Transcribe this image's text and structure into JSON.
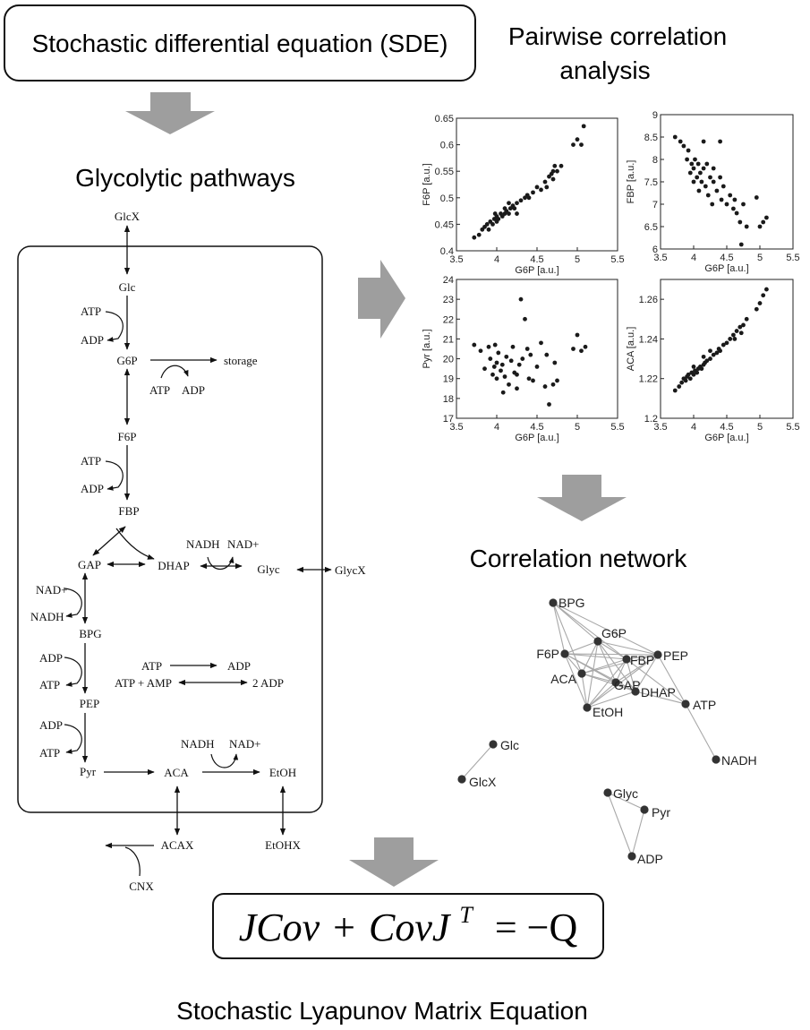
{
  "titles": {
    "sde": "Stochastic differential equation (SDE)",
    "pairwise_line1": "Pairwise correlation",
    "pairwise_line2": "analysis",
    "glycolytic": "Glycolytic pathways",
    "network": "Correlation network",
    "lyapunov": "Stochastic Lyapunov Matrix Equation"
  },
  "equation": {
    "lhs1": "JCov",
    "plus": "+",
    "lhs2": "CovJ",
    "sup": "T",
    "rhs": "= −Q"
  },
  "pathway": {
    "glcx": "GlcX",
    "glc": "Glc",
    "g6p": "G6P",
    "storage": "storage",
    "f6p": "F6P",
    "fbp": "FBP",
    "gap": "GAP",
    "dhap": "DHAP",
    "glyc": "Glyc",
    "glycx": "GlycX",
    "bpg": "BPG",
    "pep": "PEP",
    "pyr": "Pyr",
    "aca": "ACA",
    "etoh": "EtOH",
    "acax": "ACAX",
    "etohx": "EtOHX",
    "cnx": "CNX",
    "atp": "ATP",
    "adp": "ADP",
    "nadh": "NADH",
    "nadp": "NAD+",
    "atp_amp": "ATP + AMP",
    "two_adp": "2 ADP"
  },
  "network": {
    "nodes": [
      {
        "id": "BPG",
        "label": "BPG"
      },
      {
        "id": "G6P",
        "label": "G6P"
      },
      {
        "id": "F6P",
        "label": "F6P"
      },
      {
        "id": "FBP",
        "label": "FBP"
      },
      {
        "id": "PEP",
        "label": "PEP"
      },
      {
        "id": "ACA",
        "label": "ACA"
      },
      {
        "id": "GAP",
        "label": "GAP"
      },
      {
        "id": "DHAP",
        "label": "DHAP"
      },
      {
        "id": "ATP",
        "label": "ATP"
      },
      {
        "id": "EtOH",
        "label": "EtOH"
      },
      {
        "id": "NADH",
        "label": "NADH"
      },
      {
        "id": "Glc",
        "label": "Glc"
      },
      {
        "id": "GlcX",
        "label": "GlcX"
      },
      {
        "id": "Glyc",
        "label": "Glyc"
      },
      {
        "id": "Pyr",
        "label": "Pyr"
      },
      {
        "id": "ADP",
        "label": "ADP"
      }
    ]
  },
  "chart_data": [
    {
      "type": "scatter",
      "xlabel": "G6P  [a.u.]",
      "ylabel": "F6P  [a.u.]",
      "xlim": [
        3.5,
        5.5
      ],
      "ylim": [
        0.4,
        0.65
      ],
      "xticks": [
        "3.5",
        "4",
        "4.5",
        "5",
        "5.5"
      ],
      "yticks": [
        "0.4",
        "0.45",
        "0.5",
        "0.55",
        "0.6",
        "0.65"
      ],
      "points": [
        [
          3.72,
          0.425
        ],
        [
          3.78,
          0.43
        ],
        [
          3.82,
          0.44
        ],
        [
          3.85,
          0.445
        ],
        [
          3.88,
          0.45
        ],
        [
          3.9,
          0.44
        ],
        [
          3.92,
          0.455
        ],
        [
          3.95,
          0.45
        ],
        [
          3.97,
          0.46
        ],
        [
          4.0,
          0.455
        ],
        [
          4.0,
          0.465
        ],
        [
          4.02,
          0.46
        ],
        [
          4.05,
          0.47
        ],
        [
          4.07,
          0.465
        ],
        [
          4.1,
          0.47
        ],
        [
          4.1,
          0.48
        ],
        [
          4.12,
          0.475
        ],
        [
          4.15,
          0.47
        ],
        [
          4.17,
          0.48
        ],
        [
          4.2,
          0.485
        ],
        [
          4.22,
          0.48
        ],
        [
          4.25,
          0.49
        ],
        [
          4.3,
          0.495
        ],
        [
          4.35,
          0.5
        ],
        [
          4.38,
          0.505
        ],
        [
          4.4,
          0.5
        ],
        [
          4.45,
          0.51
        ],
        [
          4.5,
          0.52
        ],
        [
          4.55,
          0.515
        ],
        [
          4.6,
          0.53
        ],
        [
          4.62,
          0.52
        ],
        [
          4.65,
          0.54
        ],
        [
          4.68,
          0.545
        ],
        [
          4.7,
          0.55
        ],
        [
          4.72,
          0.56
        ],
        [
          4.7,
          0.535
        ],
        [
          4.75,
          0.55
        ],
        [
          4.8,
          0.56
        ],
        [
          4.95,
          0.6
        ],
        [
          5.0,
          0.61
        ],
        [
          5.05,
          0.6
        ],
        [
          5.08,
          0.635
        ],
        [
          4.25,
          0.47
        ],
        [
          3.98,
          0.47
        ],
        [
          4.15,
          0.49
        ]
      ]
    },
    {
      "type": "scatter",
      "xlabel": "G6P  [a.u.]",
      "ylabel": "FBP  [a.u.]",
      "xlim": [
        3.5,
        5.5
      ],
      "ylim": [
        6,
        9
      ],
      "xticks": [
        "3.5",
        "4",
        "4.5",
        "5",
        "5.5"
      ],
      "yticks": [
        "6",
        "6.5",
        "7",
        "7.5",
        "8",
        "8.5",
        "9"
      ],
      "points": [
        [
          3.72,
          8.5
        ],
        [
          3.8,
          8.4
        ],
        [
          3.85,
          8.3
        ],
        [
          3.9,
          8.0
        ],
        [
          3.92,
          8.2
        ],
        [
          3.95,
          7.7
        ],
        [
          3.97,
          7.9
        ],
        [
          4.0,
          7.8
        ],
        [
          4.02,
          8.0
        ],
        [
          4.05,
          7.6
        ],
        [
          4.07,
          7.9
        ],
        [
          4.1,
          7.7
        ],
        [
          4.12,
          7.5
        ],
        [
          4.15,
          7.8
        ],
        [
          4.15,
          8.4
        ],
        [
          4.18,
          7.4
        ],
        [
          4.2,
          7.9
        ],
        [
          4.22,
          7.2
        ],
        [
          4.25,
          7.6
        ],
        [
          4.28,
          7.0
        ],
        [
          4.3,
          7.5
        ],
        [
          4.35,
          7.3
        ],
        [
          4.4,
          7.6
        ],
        [
          4.42,
          7.1
        ],
        [
          4.45,
          7.4
        ],
        [
          4.5,
          7.0
        ],
        [
          4.55,
          7.2
        ],
        [
          4.6,
          6.9
        ],
        [
          4.62,
          7.1
        ],
        [
          4.65,
          6.8
        ],
        [
          4.7,
          6.6
        ],
        [
          4.72,
          6.1
        ],
        [
          4.75,
          7.0
        ],
        [
          4.8,
          6.5
        ],
        [
          4.95,
          7.15
        ],
        [
          5.0,
          6.5
        ],
        [
          5.05,
          6.6
        ],
        [
          5.1,
          6.7
        ],
        [
          4.0,
          7.5
        ],
        [
          4.08,
          7.3
        ],
        [
          4.3,
          7.8
        ],
        [
          4.4,
          8.4
        ]
      ]
    },
    {
      "type": "scatter",
      "xlabel": "G6P  [a.u.]",
      "ylabel": "Pyr  [a.u.]",
      "xlim": [
        3.5,
        5.5
      ],
      "ylim": [
        17,
        24
      ],
      "xticks": [
        "3.5",
        "4",
        "4.5",
        "5",
        "5.5"
      ],
      "yticks": [
        "17",
        "18",
        "19",
        "20",
        "21",
        "22",
        "23",
        "24"
      ],
      "points": [
        [
          3.72,
          20.7
        ],
        [
          3.8,
          20.4
        ],
        [
          3.85,
          19.5
        ],
        [
          3.9,
          20.6
        ],
        [
          3.92,
          20.0
        ],
        [
          3.95,
          19.2
        ],
        [
          3.97,
          19.6
        ],
        [
          4.0,
          19.8
        ],
        [
          4.0,
          19.0
        ],
        [
          4.02,
          20.3
        ],
        [
          4.05,
          19.4
        ],
        [
          4.07,
          19.7
        ],
        [
          4.1,
          19.1
        ],
        [
          4.12,
          20.1
        ],
        [
          4.15,
          18.7
        ],
        [
          4.18,
          19.9
        ],
        [
          4.2,
          20.6
        ],
        [
          4.22,
          19.3
        ],
        [
          4.25,
          18.5
        ],
        [
          4.28,
          19.7
        ],
        [
          4.3,
          23.0
        ],
        [
          4.32,
          20.0
        ],
        [
          4.35,
          22.0
        ],
        [
          4.38,
          20.5
        ],
        [
          4.4,
          19.0
        ],
        [
          4.42,
          20.2
        ],
        [
          4.45,
          18.9
        ],
        [
          4.5,
          19.6
        ],
        [
          4.55,
          20.8
        ],
        [
          4.6,
          18.6
        ],
        [
          4.62,
          20.2
        ],
        [
          4.65,
          17.7
        ],
        [
          4.7,
          18.7
        ],
        [
          4.72,
          19.8
        ],
        [
          4.75,
          18.9
        ],
        [
          4.95,
          20.5
        ],
        [
          5.0,
          21.2
        ],
        [
          5.05,
          20.4
        ],
        [
          5.1,
          20.6
        ],
        [
          3.98,
          20.7
        ],
        [
          4.08,
          18.3
        ],
        [
          4.25,
          19.2
        ]
      ]
    },
    {
      "type": "scatter",
      "xlabel": "G6P  [a.u.]",
      "ylabel": "ACA  [a.u.]",
      "xlim": [
        3.5,
        5.5
      ],
      "ylim": [
        1.2,
        1.27
      ],
      "xticks": [
        "3.5",
        "4",
        "4.5",
        "5",
        "5.5"
      ],
      "yticks": [
        "1.2",
        "1.22",
        "1.24",
        "1.26"
      ],
      "points": [
        [
          3.72,
          1.214
        ],
        [
          3.78,
          1.216
        ],
        [
          3.82,
          1.218
        ],
        [
          3.85,
          1.22
        ],
        [
          3.88,
          1.219
        ],
        [
          3.9,
          1.221
        ],
        [
          3.92,
          1.222
        ],
        [
          3.95,
          1.22
        ],
        [
          3.97,
          1.223
        ],
        [
          4.0,
          1.222
        ],
        [
          4.02,
          1.224
        ],
        [
          4.05,
          1.223
        ],
        [
          4.07,
          1.225
        ],
        [
          4.1,
          1.226
        ],
        [
          4.12,
          1.225
        ],
        [
          4.15,
          1.227
        ],
        [
          4.17,
          1.228
        ],
        [
          4.2,
          1.229
        ],
        [
          4.25,
          1.23
        ],
        [
          4.3,
          1.232
        ],
        [
          4.35,
          1.233
        ],
        [
          4.38,
          1.235
        ],
        [
          4.4,
          1.234
        ],
        [
          4.45,
          1.237
        ],
        [
          4.5,
          1.238
        ],
        [
          4.55,
          1.24
        ],
        [
          4.6,
          1.242
        ],
        [
          4.62,
          1.24
        ],
        [
          4.65,
          1.244
        ],
        [
          4.7,
          1.246
        ],
        [
          4.72,
          1.243
        ],
        [
          4.75,
          1.247
        ],
        [
          4.8,
          1.25
        ],
        [
          4.95,
          1.255
        ],
        [
          5.0,
          1.258
        ],
        [
          5.05,
          1.262
        ],
        [
          5.1,
          1.265
        ],
        [
          4.0,
          1.226
        ],
        [
          4.15,
          1.231
        ],
        [
          4.25,
          1.234
        ]
      ]
    }
  ]
}
